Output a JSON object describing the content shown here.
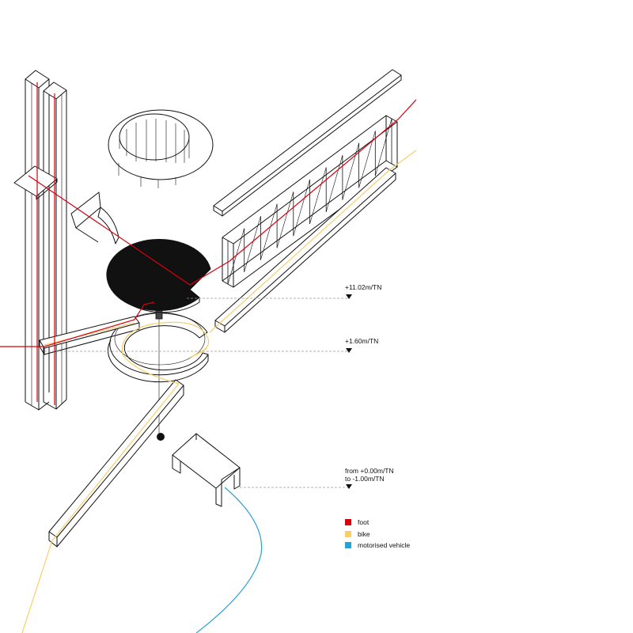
{
  "levels": [
    {
      "label": "+11.02m/TN"
    },
    {
      "label": "+1.60m/TN"
    },
    {
      "label_line1": "from +0.00m/TN",
      "label_line2": "to -1.00m/TN"
    }
  ],
  "legend": [
    {
      "label": "foot",
      "color": "#d7000f"
    },
    {
      "label": "bike",
      "color": "#f5cf6b"
    },
    {
      "label": "motorised vehicle",
      "color": "#2aa1d3"
    }
  ]
}
